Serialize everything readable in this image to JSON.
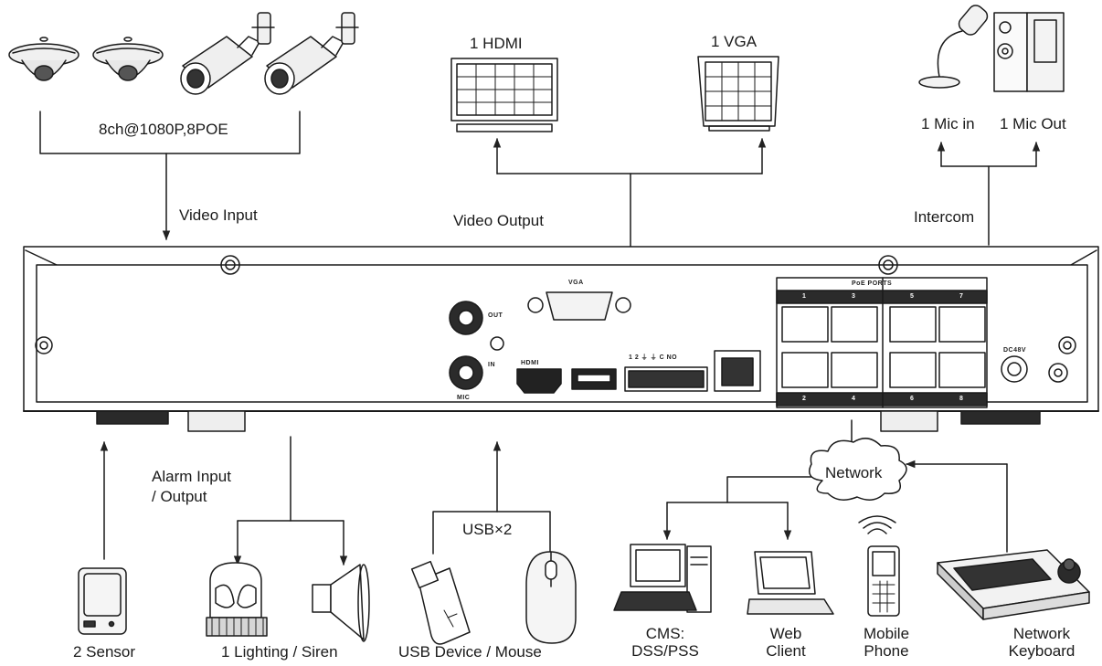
{
  "labels": {
    "cameras": "8ch@1080P,8POE",
    "video_input": "Video Input",
    "hdmi": "1 HDMI",
    "vga": "1 VGA",
    "video_output": "Video Output",
    "mic_in": "1 Mic in",
    "mic_out": "1 Mic Out",
    "intercom": "Intercom",
    "alarm_line1": "Alarm Input",
    "alarm_line2": "/ Output",
    "usb_x2": "USB×2",
    "network": "Network",
    "sensor": "2 Sensor",
    "lighting_siren": "1 Lighting / Siren",
    "usb_device_mouse": "USB Device / Mouse",
    "cms_line1": "CMS:",
    "cms_line2": "DSS/PSS",
    "web_line1": "Web",
    "web_line2": "Client",
    "mobile_line1": "Mobile",
    "mobile_line2": "Phone",
    "netkb_line1": "Network",
    "netkb_line2": "Keyboard"
  },
  "panel": {
    "vga": "VGA",
    "out": "OUT",
    "in": "IN",
    "mic": "MIC",
    "hdmi": "HDMI",
    "alarm_pins": "1 2 ⏚ ⏚ C NO",
    "poe_ports": "PoE PORTS",
    "port_top": [
      "1",
      "3",
      "5",
      "7"
    ],
    "port_bottom": [
      "2",
      "4",
      "6",
      "8"
    ],
    "dc": "DC48V"
  }
}
